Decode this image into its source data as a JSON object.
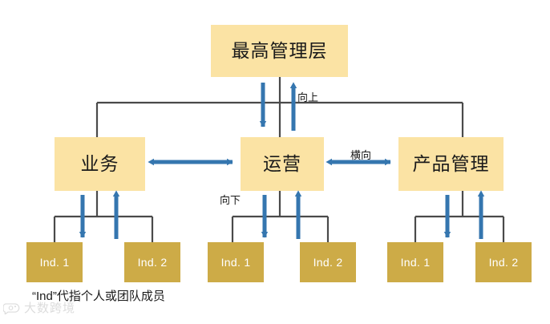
{
  "diagram": {
    "title_node": {
      "label": "最高管理层"
    },
    "mid_nodes": [
      {
        "label": "业务"
      },
      {
        "label": "运营"
      },
      {
        "label": "产品管理"
      }
    ],
    "leaf_groups": [
      {
        "items": [
          {
            "label": "Ind. 1"
          },
          {
            "label": "Ind. 2"
          }
        ]
      },
      {
        "items": [
          {
            "label": "Ind. 1"
          },
          {
            "label": "Ind. 2"
          }
        ]
      },
      {
        "items": [
          {
            "label": "Ind. 1"
          },
          {
            "label": "Ind. 2"
          }
        ]
      }
    ],
    "edge_labels": {
      "upward": "向上",
      "downward": "向下",
      "horizontal": "横向"
    },
    "caption": "“Ind”代指个人或团队成员",
    "watermark": {
      "text": "大数跨境"
    },
    "colors": {
      "node_fill": "#FBE3A4",
      "leaf_fill": "#CDAB47",
      "arrow_blue": "#3576AF",
      "connector_gray": "#4A4A4A",
      "background": "#FFFFFF",
      "leaf_text": "#FFFFFF",
      "node_text": "#1A1A1A"
    }
  }
}
